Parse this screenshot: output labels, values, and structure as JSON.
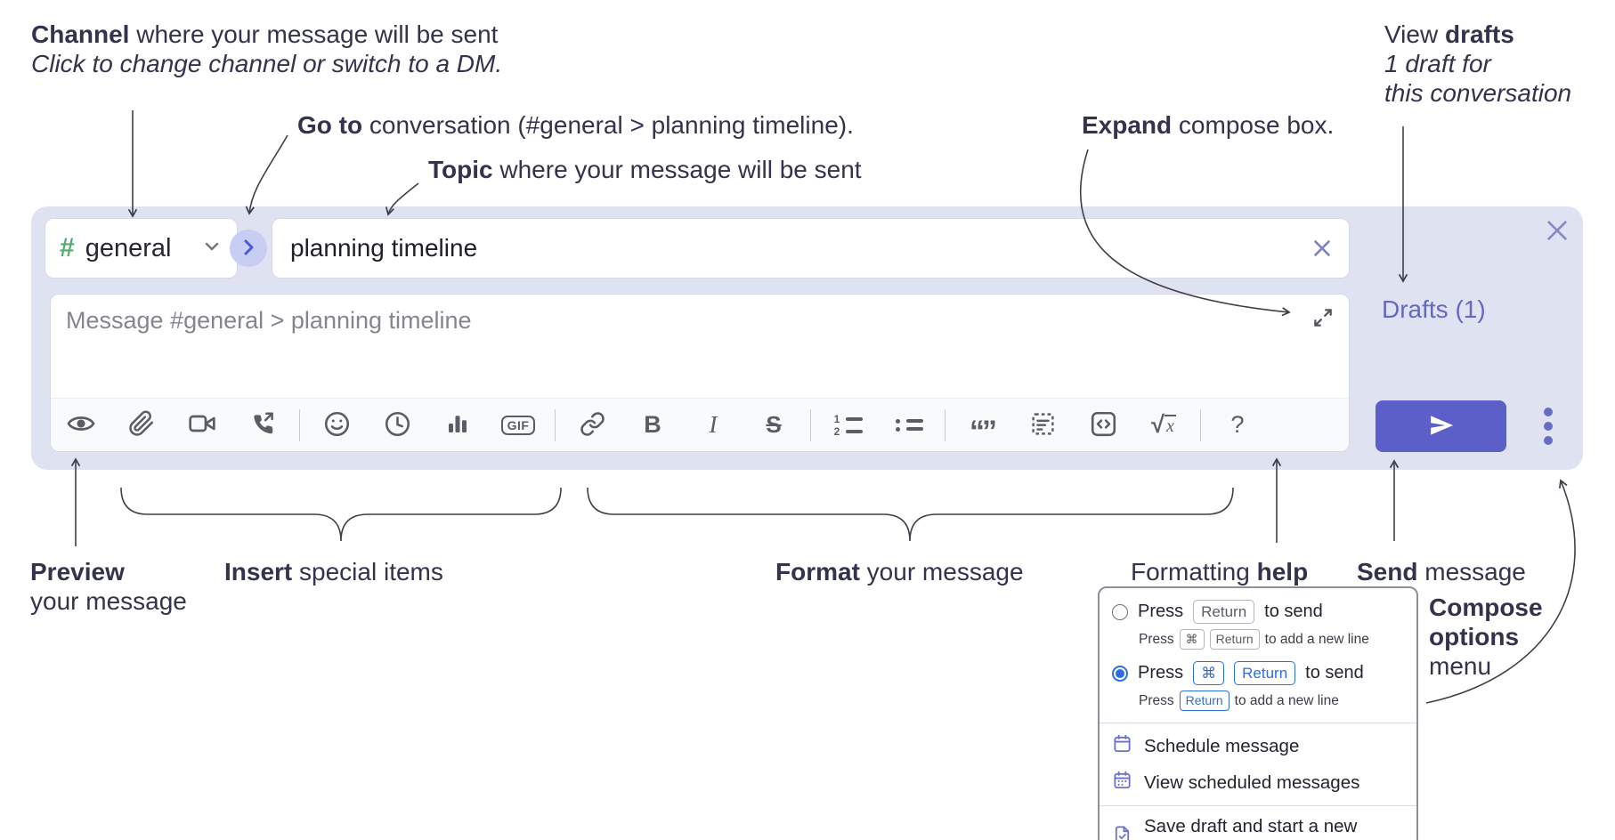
{
  "annotations": {
    "channel": {
      "bold": "Channel",
      "rest": " where your message will be sent",
      "sub": "Click to change channel or switch to a DM."
    },
    "goto": {
      "bold": "Go to",
      "rest": " conversation (#general > planning timeline)."
    },
    "topic": {
      "bold": "Topic",
      "rest": " where your message will be sent"
    },
    "expand": {
      "bold": "Expand",
      "rest": " compose box."
    },
    "drafts": {
      "pre": "View ",
      "bold": "drafts",
      "line2": "1 draft for",
      "line3": "this conversation"
    },
    "preview": {
      "bold": "Preview",
      "line2": "your message"
    },
    "insert": {
      "bold": "Insert",
      "rest": " special items"
    },
    "format": {
      "bold": "Format",
      "rest": " your message"
    },
    "help": {
      "pre": "Formatting ",
      "bold": "help"
    },
    "send": {
      "bold": "Send",
      "rest": " message"
    },
    "compose_options": {
      "line1": "Compose",
      "line2": "options",
      "line3": "menu"
    }
  },
  "compose": {
    "channel": {
      "hash": "#",
      "name": "general"
    },
    "topic_value": "planning timeline",
    "message_placeholder": "Message #general > planning timeline",
    "drafts_link": "Drafts (1)",
    "toolbar": {
      "gif": "GIF",
      "bold": "B",
      "italic": "I",
      "strike": "S",
      "num1": "1",
      "num2": "2",
      "quote": "“”",
      "sqrt": "√",
      "sqrt_x": "x",
      "help": "?"
    }
  },
  "menu": {
    "opt1": {
      "pre": "Press",
      "key1": "Return",
      "post": "to send",
      "sub_pre": "Press",
      "sub_key1": "⌘",
      "sub_key2": "Return",
      "sub_post": "to add a new line"
    },
    "opt2": {
      "pre": "Press",
      "key1": "⌘",
      "key2": "Return",
      "post": "to send",
      "sub_pre": "Press",
      "sub_key1": "Return",
      "sub_post": "to add a new line"
    },
    "items": [
      "Schedule message",
      "View scheduled messages",
      "Save draft and start a new message"
    ]
  },
  "colors": {
    "accent": "#5b5fc7",
    "panel": "#dfe2f1",
    "hash_green": "#55ab72",
    "key_blue": "#2b6fdf",
    "annotation_text": "#33334d",
    "link": "#6468c0"
  }
}
